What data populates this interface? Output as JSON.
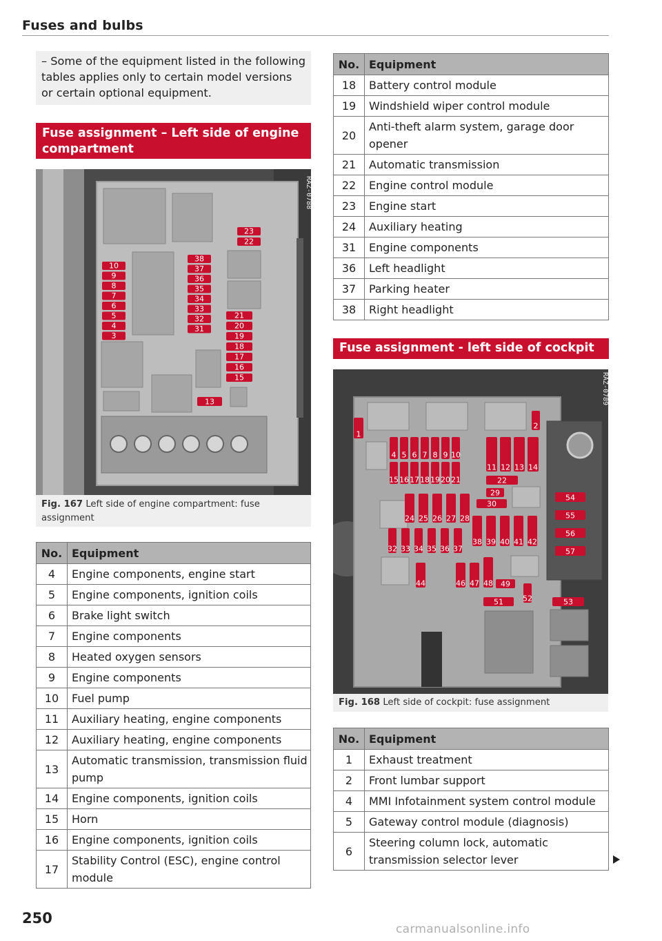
{
  "header": {
    "title": "Fuses and bulbs"
  },
  "note": {
    "text": "– Some of the equipment listed in the following tables applies only to certain model versions or certain optional equipment."
  },
  "section1": {
    "title": "Fuse assignment – Left side of engine compartment",
    "figure": {
      "code": "RAZ-0788",
      "caption_label": "Fig. 167",
      "caption": "Left side of engine compartment: fuse assignment",
      "fuse_labels_left": [
        "10",
        "9",
        "8",
        "7",
        "6",
        "5",
        "4",
        "3"
      ],
      "fuse_labels_mid": [
        "38",
        "37",
        "36",
        "35",
        "34",
        "33",
        "32",
        "31"
      ],
      "fuse_labels_right": [
        "21",
        "20",
        "19",
        "18",
        "17",
        "16",
        "15"
      ],
      "fuse_labels_top": [
        "23",
        "22"
      ],
      "fuse_label_13": "13"
    }
  },
  "table_headers": {
    "no": "No.",
    "equipment": "Equipment"
  },
  "table1": [
    {
      "no": "4",
      "eq": "Engine components, engine start"
    },
    {
      "no": "5",
      "eq": "Engine components, ignition coils"
    },
    {
      "no": "6",
      "eq": "Brake light switch"
    },
    {
      "no": "7",
      "eq": "Engine components"
    },
    {
      "no": "8",
      "eq": "Heated oxygen sensors"
    },
    {
      "no": "9",
      "eq": "Engine components"
    },
    {
      "no": "10",
      "eq": "Fuel pump"
    },
    {
      "no": "11",
      "eq": "Auxiliary heating, engine components"
    },
    {
      "no": "12",
      "eq": "Auxiliary heating, engine components"
    },
    {
      "no": "13",
      "eq": "Automatic transmission, transmission fluid pump"
    },
    {
      "no": "14",
      "eq": "Engine components, ignition coils"
    },
    {
      "no": "15",
      "eq": "Horn"
    },
    {
      "no": "16",
      "eq": "Engine components, ignition coils"
    },
    {
      "no": "17",
      "eq": "Stability Control (ESC), engine control module"
    }
  ],
  "table2": [
    {
      "no": "18",
      "eq": "Battery control module"
    },
    {
      "no": "19",
      "eq": "Windshield wiper control module"
    },
    {
      "no": "20",
      "eq": "Anti-theft alarm system, garage door opener"
    },
    {
      "no": "21",
      "eq": "Automatic transmission"
    },
    {
      "no": "22",
      "eq": "Engine control module"
    },
    {
      "no": "23",
      "eq": "Engine start"
    },
    {
      "no": "24",
      "eq": "Auxiliary heating"
    },
    {
      "no": "31",
      "eq": "Engine components"
    },
    {
      "no": "36",
      "eq": "Left headlight"
    },
    {
      "no": "37",
      "eq": "Parking heater"
    },
    {
      "no": "38",
      "eq": "Right headlight"
    }
  ],
  "section2": {
    "title": "Fuse assignment - left side of cockpit",
    "figure": {
      "code": "RAZ-0789",
      "caption_label": "Fig. 168",
      "caption": "Left side of cockpit: fuse assignment",
      "labels": [
        "1",
        "2",
        "4",
        "5",
        "6",
        "7",
        "8",
        "9",
        "10",
        "11",
        "12",
        "13",
        "14",
        "15",
        "16",
        "17",
        "18",
        "19",
        "20",
        "21",
        "22",
        "24",
        "25",
        "26",
        "27",
        "28",
        "29",
        "30",
        "32",
        "33",
        "34",
        "35",
        "36",
        "37",
        "38",
        "39",
        "40",
        "41",
        "42",
        "44",
        "46",
        "47",
        "48",
        "49",
        "51",
        "52",
        "53",
        "54",
        "55",
        "56",
        "57"
      ]
    }
  },
  "table3": [
    {
      "no": "1",
      "eq": "Exhaust treatment"
    },
    {
      "no": "2",
      "eq": "Front lumbar support"
    },
    {
      "no": "4",
      "eq": "MMI Infotainment system control module"
    },
    {
      "no": "5",
      "eq": "Gateway control module (diagnosis)"
    },
    {
      "no": "6",
      "eq": "Steering column lock, automatic transmission selector lever"
    }
  ],
  "footer": {
    "page": "250",
    "watermark": "carmanualsonline.info"
  }
}
